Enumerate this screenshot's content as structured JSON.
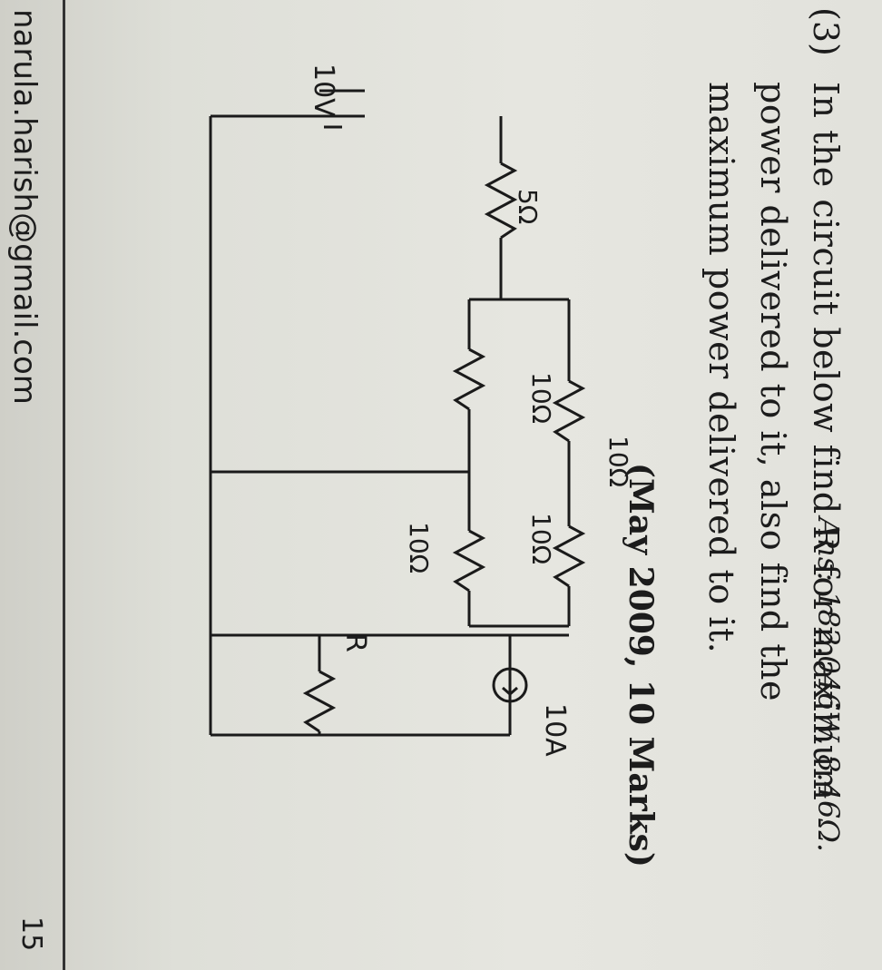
{
  "question": {
    "number": "(3)",
    "lines": [
      "In the circuit below find R for maximum",
      "power delivered to it, also find the",
      "maximum power delivered to it."
    ],
    "reference": "(May 2009, 10 Marks)",
    "answer": "Ans: 182.046W, 8.46Ω."
  },
  "circuit": {
    "source_voltage": "10V",
    "series_resistor": "5Ω",
    "resistor_a": "10Ω",
    "resistor_b": "10Ω",
    "resistor_c": "10Ω",
    "resistor_d": "10Ω",
    "load": "R",
    "current_source": "10A"
  },
  "footer": {
    "email": "narula.harish@gmail.com",
    "page_number": "15"
  }
}
